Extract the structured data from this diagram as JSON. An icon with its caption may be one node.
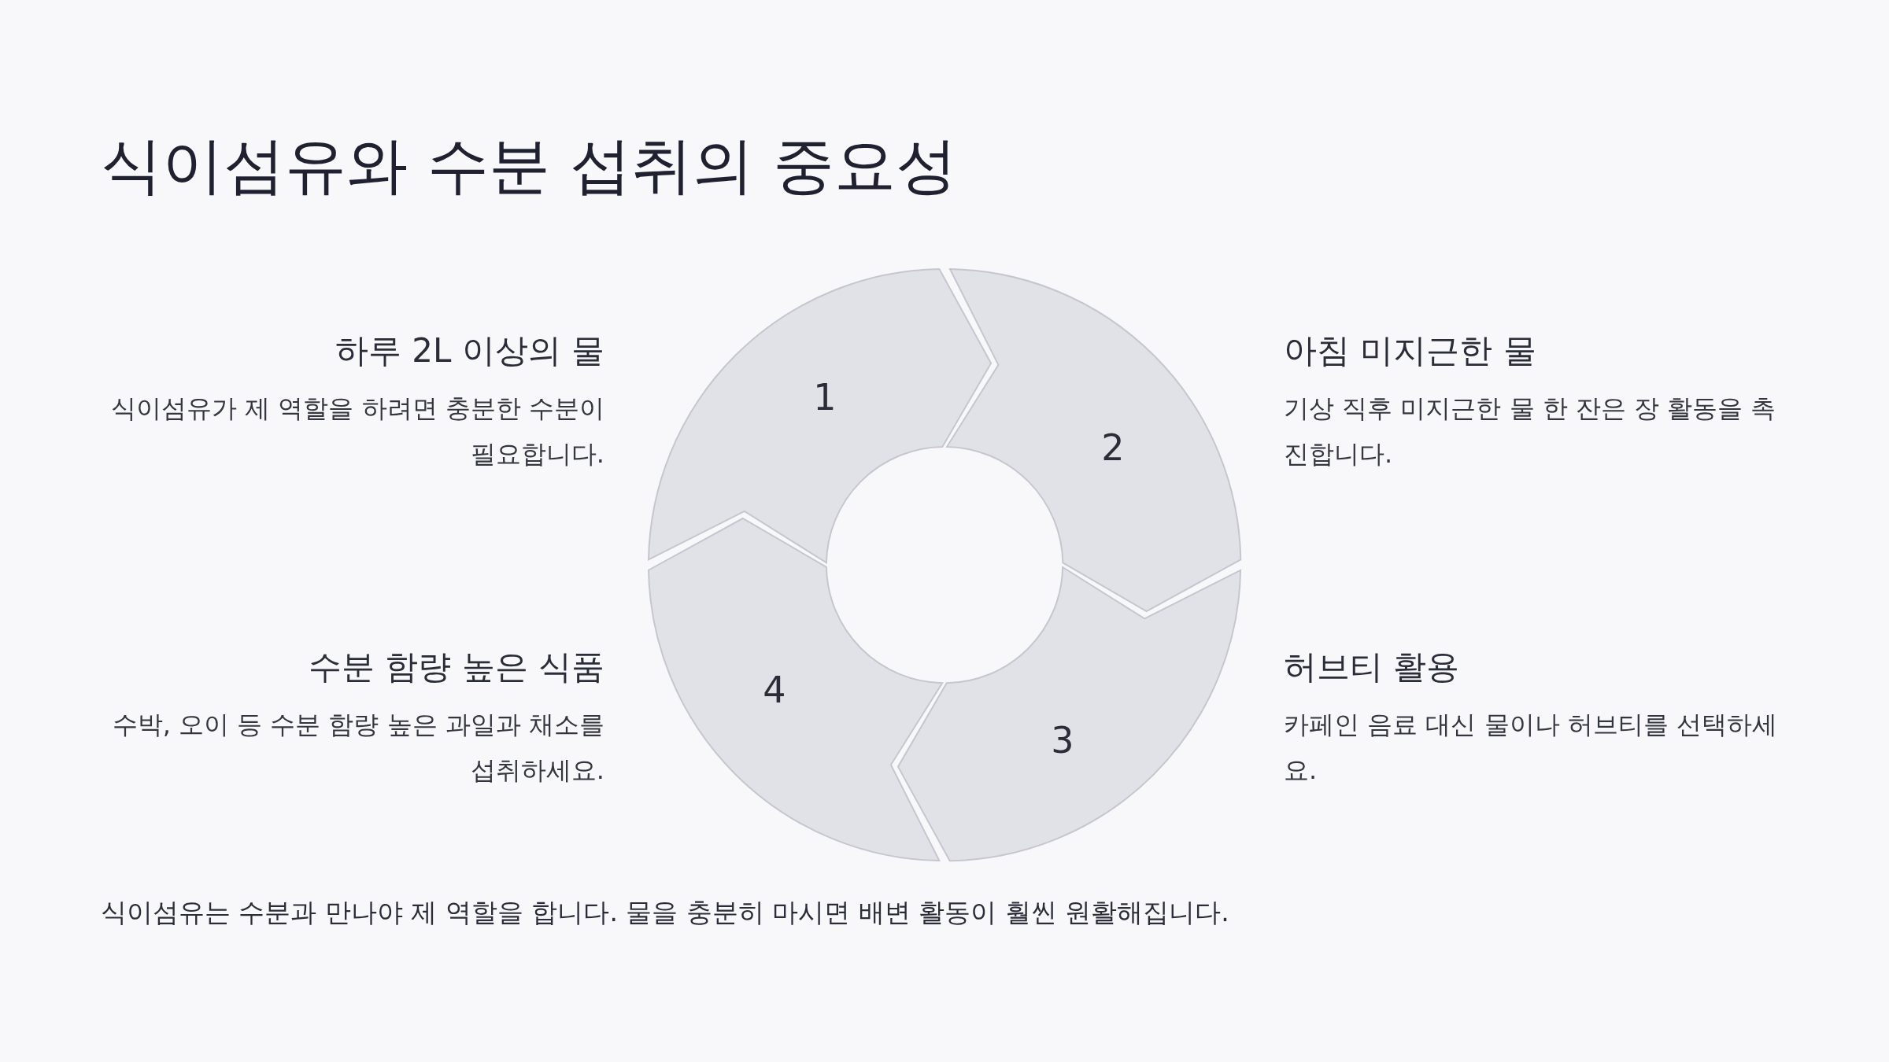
{
  "diagram": {
    "title": "식이섬유와 수분 섭취의 중요성",
    "nodes": [
      {
        "text": [
          "1"
        ],
        "beside": [
          "하루 2L 이상의 물",
          "식이섬유가 제 역할을 하려면 충분한 수분이 필요합니다."
        ]
      },
      {
        "text": [
          "2"
        ],
        "beside": [
          "아침 미지근한 물",
          "기상 직후 미지근한 물 한 잔은 장 활동을 촉진합니다."
        ]
      },
      {
        "text": [
          "3"
        ],
        "beside": [
          "허브티 활용",
          "카페인 음료 대신 물이나 허브티를 선택하세요."
        ]
      },
      {
        "text": [
          "4"
        ],
        "beside": [
          "수분 함량 높은 식품",
          "수박, 오이 등 수분 함량 높은 과일과 채소를 섭취하세요."
        ]
      }
    ],
    "caption": "식이섬유는 수분과 만나야 제 역할을 합니다. 물을 충분히 마시면 배변 활동이 훨씬 원활해집니다."
  }
}
